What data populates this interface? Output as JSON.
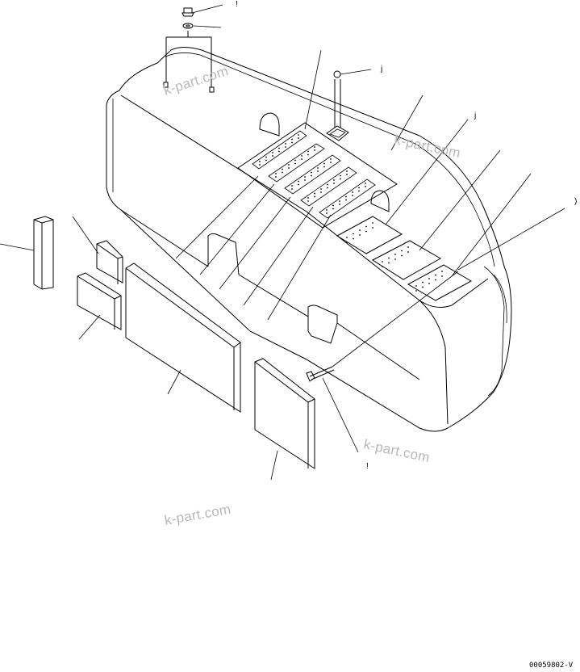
{
  "drawing": {
    "code": "00059802-V",
    "watermarks": [
      "k-part.com",
      "k-part.com",
      "k-part.com",
      "k-part.com"
    ],
    "callout_marks": [
      "!",
      "j",
      "j",
      ")",
      "!"
    ]
  }
}
